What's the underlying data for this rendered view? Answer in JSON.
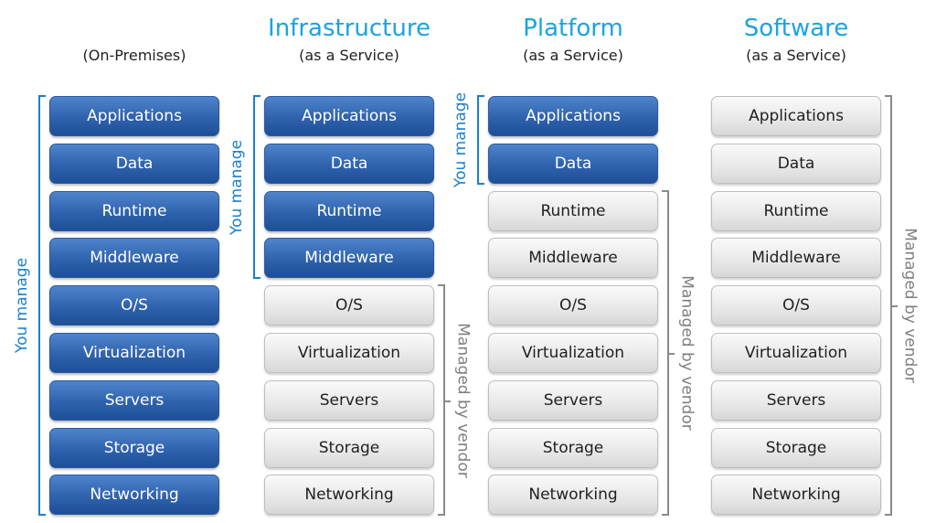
{
  "colors": {
    "managed": "#2f62ad",
    "vendor": "#e4e4e4",
    "title": "#1aa3e0",
    "bracket_blue": "#1a7fd0",
    "bracket_gray": "#8a8a8a"
  },
  "layers": [
    "Applications",
    "Data",
    "Runtime",
    "Middleware",
    "O/S",
    "Virtualization",
    "Servers",
    "Storage",
    "Networking"
  ],
  "labels": {
    "you_manage": "You manage",
    "managed_by_vendor": "Managed by vendor"
  },
  "columns": [
    {
      "title": "",
      "subtitle": "(On-Premises)",
      "you_manage_count": 9
    },
    {
      "title": "Infrastructure",
      "subtitle": "(as a Service)",
      "you_manage_count": 4
    },
    {
      "title": "Platform",
      "subtitle": "(as a Service)",
      "you_manage_count": 2
    },
    {
      "title": "Software",
      "subtitle": "(as a Service)",
      "you_manage_count": 0
    }
  ]
}
